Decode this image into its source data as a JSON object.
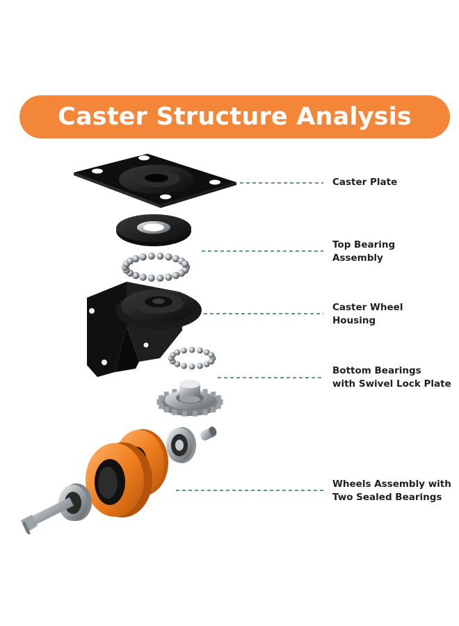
{
  "title": "Caster Structure Analysis",
  "colors": {
    "banner": "#f4863a",
    "leader": "#2f6f6a",
    "wheel": "#f07f1f",
    "black_part": "#1b1b1b",
    "steel": "#b8bcbf"
  },
  "components": [
    {
      "id": "caster-plate",
      "lines": [
        "Caster Plate"
      ]
    },
    {
      "id": "top-bearing",
      "lines": [
        "Top Bearing",
        "Assembly"
      ]
    },
    {
      "id": "wheel-housing",
      "lines": [
        "Caster Wheel",
        "Housing"
      ]
    },
    {
      "id": "bottom-bearings",
      "lines": [
        "Bottom Bearings",
        "with Swivel Lock Plate"
      ]
    },
    {
      "id": "wheels-assembly",
      "lines": [
        "Wheels Assembly with",
        "Two Sealed Bearings"
      ]
    }
  ]
}
